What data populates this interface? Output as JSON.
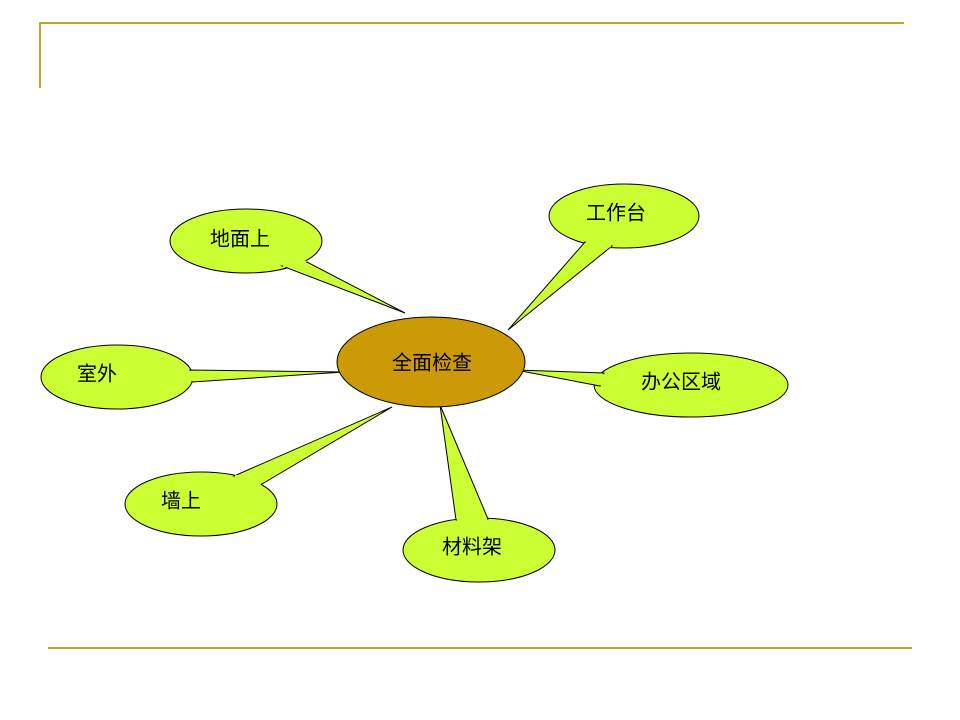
{
  "diagram": {
    "center": {
      "label": "全面检查",
      "color": "#cc9a06"
    },
    "bubble_color": "#ccff33",
    "stroke_color": "#000000",
    "nodes": [
      {
        "id": "floor",
        "label": "地面上"
      },
      {
        "id": "workbench",
        "label": "工作台"
      },
      {
        "id": "outdoor",
        "label": "室外"
      },
      {
        "id": "office",
        "label": "办公区域"
      },
      {
        "id": "wall",
        "label": "墙上"
      },
      {
        "id": "shelf",
        "label": "材料架"
      }
    ]
  },
  "colors": {
    "frame_line": "#c2a42c"
  }
}
